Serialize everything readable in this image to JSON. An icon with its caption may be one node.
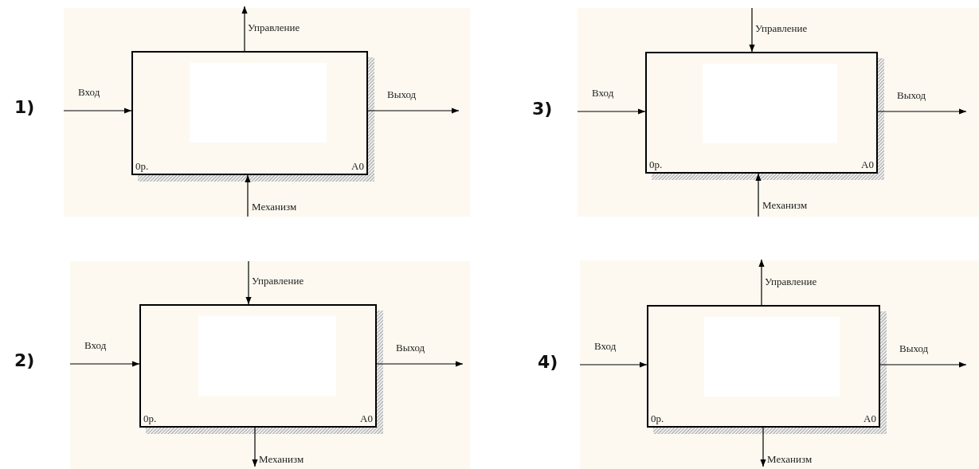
{
  "diagram": {
    "nodes": [
      {
        "text": [
          "0р.",
          "A0"
        ]
      },
      {
        "text": [
          "0р.",
          "A0"
        ]
      },
      {
        "text": [
          "0р.",
          "A0"
        ]
      },
      {
        "text": [
          "0р.",
          "A0"
        ]
      },
      {
        "text": [],
        "shape": "box",
        "in": 0
      },
      {
        "text": [],
        "shape": "box",
        "in": 1
      },
      {
        "text": [],
        "shape": "box",
        "in": 2
      },
      {
        "text": [],
        "shape": "box",
        "in": 3
      }
    ],
    "edges": [
      {
        "from": null,
        "to": 0,
        "arrow": "to",
        "label": "Вход"
      },
      {
        "from": 0,
        "to": null,
        "arrow": "to",
        "label": "Выход"
      },
      {
        "from": 0,
        "to": null,
        "arrow": "to",
        "label": "Управление"
      },
      {
        "from": null,
        "to": 0,
        "arrow": "to",
        "label": "Механизм"
      },
      {
        "from": null,
        "to": 1,
        "arrow": "to",
        "label": "Вход"
      },
      {
        "from": 1,
        "to": null,
        "arrow": "to",
        "label": "Выход"
      },
      {
        "from": null,
        "to": 1,
        "arrow": "to",
        "label": "Управление"
      },
      {
        "from": null,
        "to": 1,
        "arrow": "to",
        "label": "Механизм"
      },
      {
        "from": null,
        "to": 2,
        "arrow": "to",
        "label": "Вход"
      },
      {
        "from": 2,
        "to": null,
        "arrow": "to",
        "label": "Выход"
      },
      {
        "from": null,
        "to": 2,
        "arrow": "to",
        "label": "Управление"
      },
      {
        "from": 2,
        "to": null,
        "arrow": "to",
        "label": "Механизм"
      },
      {
        "from": null,
        "to": 3,
        "arrow": "to",
        "label": "Вход"
      },
      {
        "from": 3,
        "to": null,
        "arrow": "to",
        "label": "Выход"
      },
      {
        "from": 3,
        "to": null,
        "arrow": "to",
        "label": "Управление"
      },
      {
        "from": 3,
        "to": null,
        "arrow": "to",
        "label": "Механизм"
      }
    ],
    "labels": [
      "1)",
      "3)",
      "2)",
      "4)"
    ]
  }
}
